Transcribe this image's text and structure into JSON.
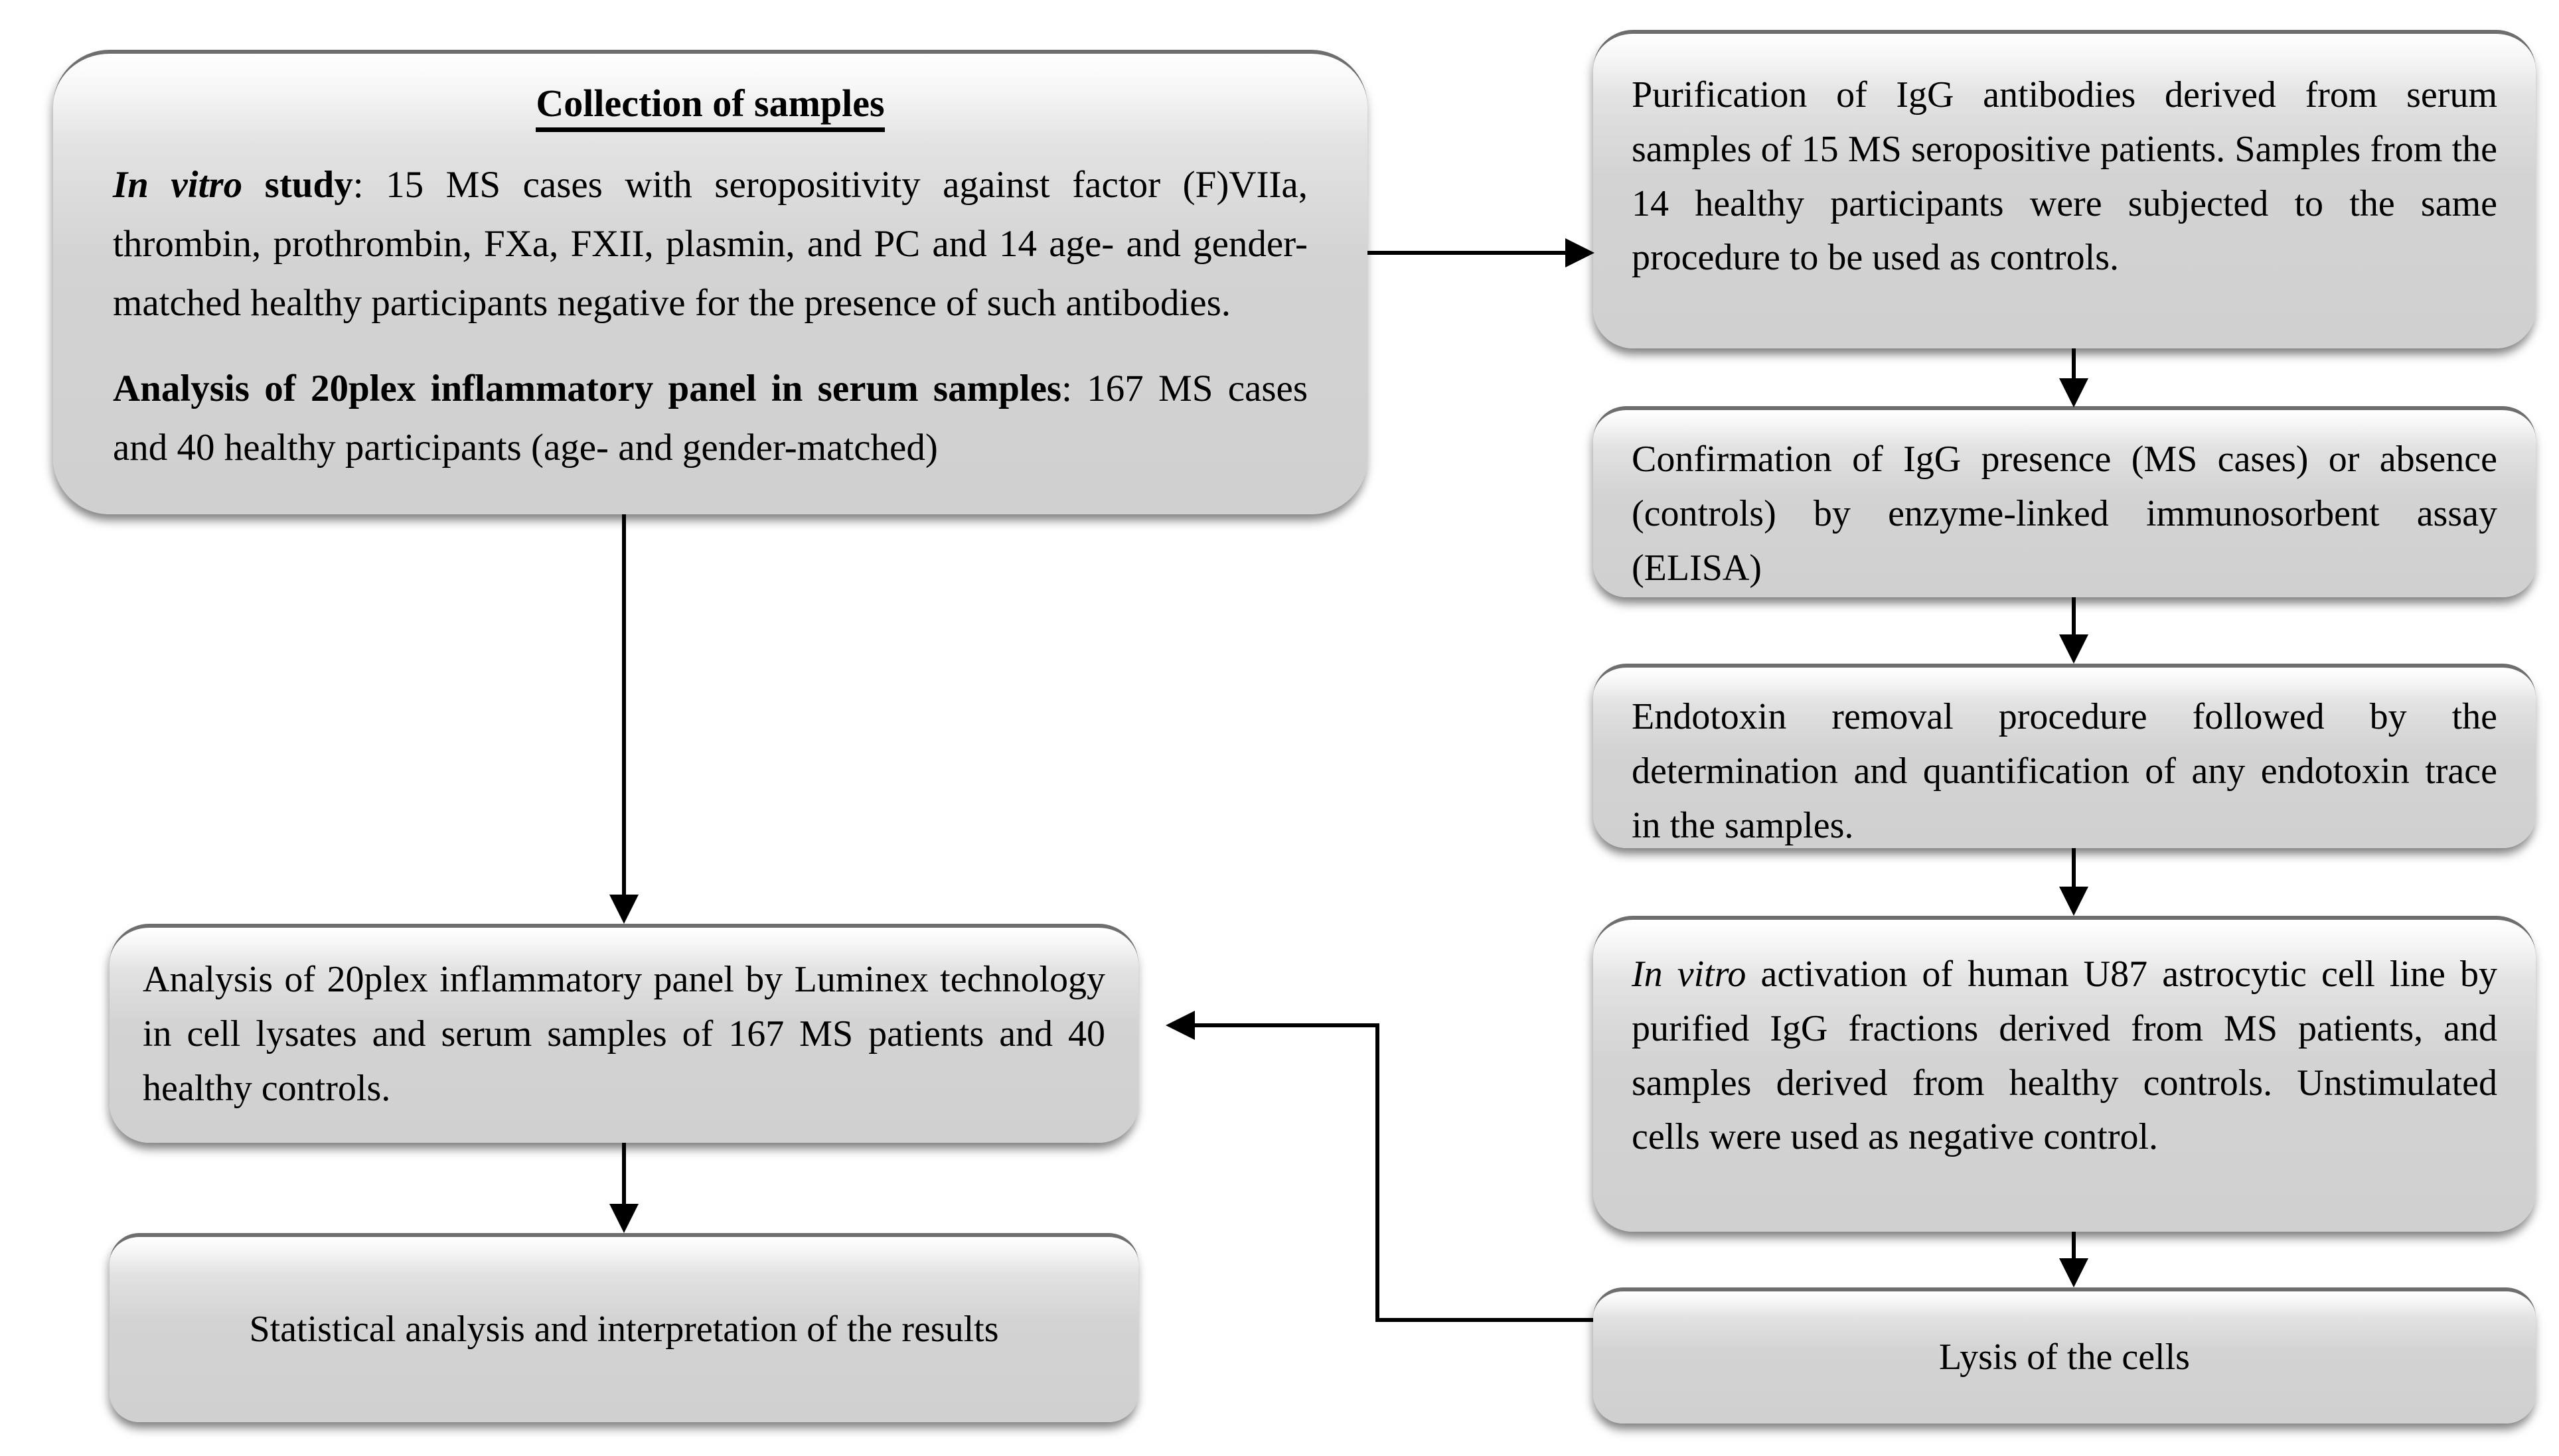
{
  "figure": {
    "type": "flowchart",
    "background": "#ffffff",
    "box_fill": "#d2d2d2",
    "box_top_edge": "#6e6e6e",
    "text_color": "#000000",
    "arrow_color": "#000000"
  },
  "boxes": {
    "collection": {
      "title": "Collection of samples",
      "p1_lead_bold_italic": "In vitro",
      "p1_lead_bold": " study",
      "p1_rest": ": 15 MS cases with seropositivity against factor (F)VIIa, thrombin, prothrombin, FXa, FXII, plasmin, and PC and 14 age- and gender-matched healthy participants negative for the presence of such antibodies.",
      "p2_lead_bold": "Analysis of 20plex inflammatory panel in serum samples",
      "p2_rest": ": 167 MS cases and 40 healthy participants (age- and gender-matched)"
    },
    "purification": {
      "text": "Purification of IgG antibodies derived from serum samples of 15 MS seropositive patients. Samples from the 14 healthy participants were subjected to the same procedure to be used as controls."
    },
    "confirmation": {
      "text": "Confirmation of IgG presence (MS cases) or absence (controls) by enzyme-linked immunosorbent assay (ELISA)"
    },
    "endotoxin": {
      "text": "Endotoxin removal procedure followed by the determination and quantification of any endotoxin trace in the samples."
    },
    "activation": {
      "lead_italic": "In vitro",
      "rest": " activation of human U87 astrocytic cell line by purified IgG fractions derived from MS patients, and samples derived from healthy controls. Unstimulated cells were used as negative control."
    },
    "lysis": {
      "text": "Lysis of the cells"
    },
    "luminex": {
      "text": "Analysis of 20plex inflammatory panel by Luminex technology in cell lysates and serum samples of 167 MS patients and 40 healthy controls."
    },
    "statistical": {
      "text": "Statistical analysis and interpretation of the results"
    }
  },
  "connections": [
    {
      "from": "collection",
      "to": "purification",
      "shape": "straight-right"
    },
    {
      "from": "collection",
      "to": "luminex",
      "shape": "straight-down"
    },
    {
      "from": "purification",
      "to": "confirmation",
      "shape": "straight-down"
    },
    {
      "from": "confirmation",
      "to": "endotoxin",
      "shape": "straight-down"
    },
    {
      "from": "endotoxin",
      "to": "activation",
      "shape": "straight-down"
    },
    {
      "from": "activation",
      "to": "lysis",
      "shape": "straight-down"
    },
    {
      "from": "lysis",
      "to": "luminex",
      "shape": "elbow-left-up-left"
    },
    {
      "from": "luminex",
      "to": "statistical",
      "shape": "straight-down"
    }
  ]
}
